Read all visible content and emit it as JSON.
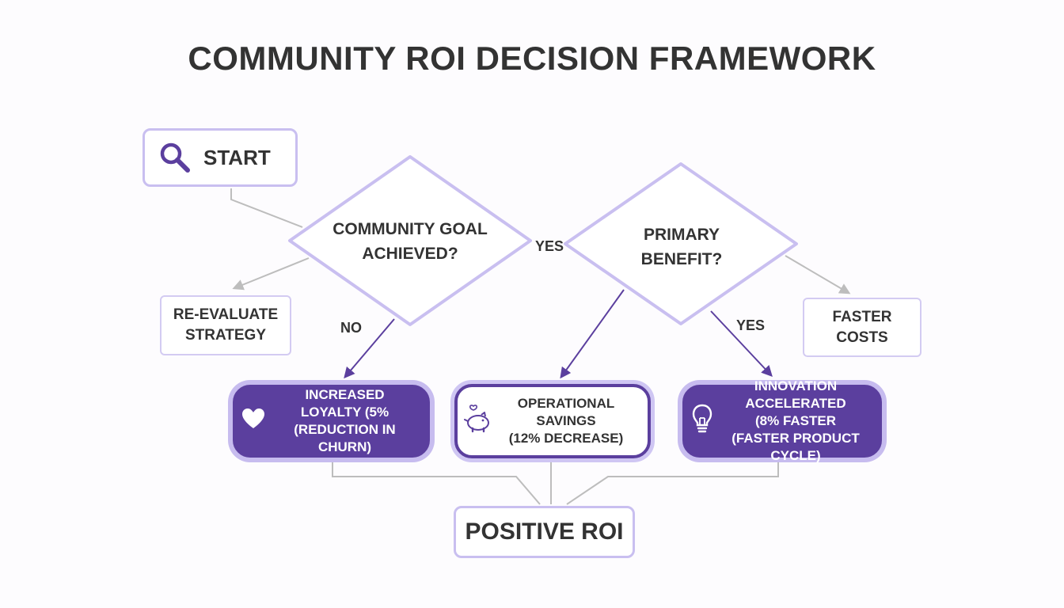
{
  "title": "COMMUNITY ROI DECISION FRAMEWORK",
  "nodes": {
    "start": {
      "label": "START",
      "icon": "magnifier-icon"
    },
    "goal_decision": {
      "line1": "COMMUNITY GOAL",
      "line2": "ACHIEVED?"
    },
    "benefit_decision": {
      "line1": "PRIMARY",
      "line2": "BENEFIT?"
    },
    "reevaluate": {
      "line1": "RE-EVALUATE",
      "line2": "STRATEGY"
    },
    "faster_costs": {
      "line1": "FASTER",
      "line2": "COSTS"
    },
    "loyalty": {
      "line1": "INCREASED",
      "line2": "LOYALTY (5%",
      "line3": "(REDUCTION IN CHURN)",
      "icon": "heart-icon"
    },
    "savings": {
      "line1": "OPERATIONAL SAVINGS",
      "line2": "(12% DECREASE)",
      "icon": "piggy-bank-icon"
    },
    "innovation": {
      "line1": "INNOVATION ACCELERATED",
      "line2": "(8% FASTER",
      "line3": "(FASTER PRODUCT CYCLE)",
      "icon": "lightbulb-icon"
    },
    "positive_roi": {
      "label": "POSITIVE ROI"
    }
  },
  "edge_labels": {
    "yes_top": "YES",
    "no": "NO",
    "yes_right": "YES"
  },
  "colors": {
    "accent_dark": "#5b3f9e",
    "accent_light": "#c9bff0",
    "text": "#333333",
    "connector": "#bdbdbd"
  }
}
